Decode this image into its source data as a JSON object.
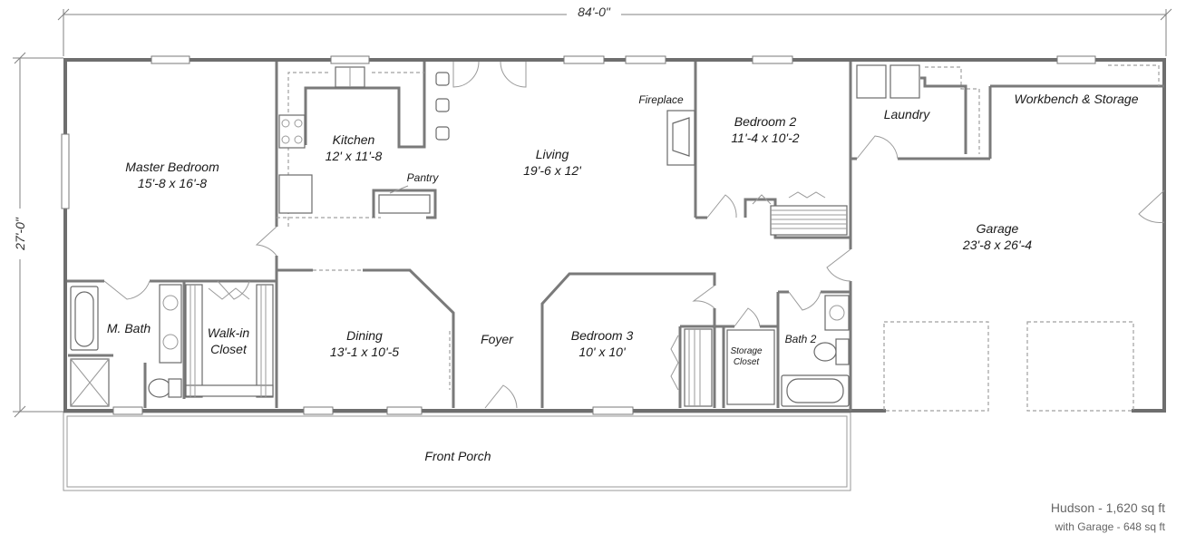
{
  "dimensions": {
    "width": "84'-0\"",
    "depth": "27'-0\""
  },
  "rooms": {
    "master_bedroom": {
      "name": "Master Bedroom",
      "size": "15'-8 x 16'-8"
    },
    "kitchen": {
      "name": "Kitchen",
      "size": "12' x 11'-8"
    },
    "pantry": {
      "name": "Pantry"
    },
    "living": {
      "name": "Living",
      "size": "19'-6 x 12'"
    },
    "fireplace": {
      "name": "Fireplace"
    },
    "bedroom2": {
      "name": "Bedroom 2",
      "size": "11'-4 x 10'-2"
    },
    "laundry": {
      "name": "Laundry"
    },
    "workbench": {
      "name": "Workbench & Storage"
    },
    "garage": {
      "name": "Garage",
      "size": "23'-8 x 26'-4"
    },
    "m_bath": {
      "name": "M. Bath"
    },
    "walkin_line1": "Walk-in",
    "walkin_line2": "Closet",
    "dining": {
      "name": "Dining",
      "size": "13'-1 x 10'-5"
    },
    "foyer": {
      "name": "Foyer"
    },
    "bedroom3": {
      "name": "Bedroom 3",
      "size": "10' x 10'"
    },
    "storage_line1": "Storage",
    "storage_line2": "Closet",
    "bath2": {
      "name": "Bath 2"
    },
    "front_porch": {
      "name": "Front Porch"
    }
  },
  "caption": {
    "title": "Hudson - 1,620 sq ft",
    "subtitle": "with Garage - 648 sq ft"
  }
}
